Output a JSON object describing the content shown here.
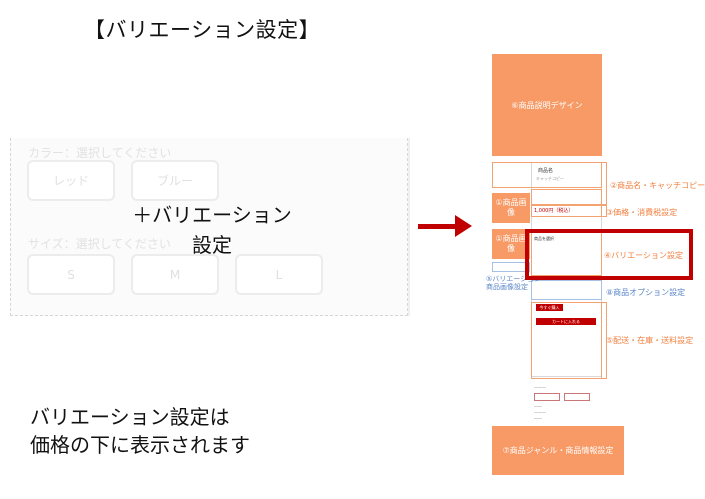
{
  "title": "【バリエーション設定】",
  "mock": {
    "color_label": "カラー：選択してください",
    "color_options": [
      "レッド",
      "ブルー"
    ],
    "size_label": "サイズ：選択してください",
    "size_options": [
      "S",
      "M",
      "L"
    ],
    "overlay_line1": "＋バリエーション",
    "overlay_line2": "設定"
  },
  "note": {
    "line1": "バリエーション設定は",
    "line2": "価格の下に表示されます"
  },
  "schematic": {
    "design_label": "⑥商品説明デザイン",
    "product_name_label": "②商品名・キャッチコピー",
    "price_label": "③価格・消費税設定",
    "image1_label": "①商品画像",
    "image2_label": "①商品画像",
    "variation_label": "④バリエーション設定",
    "variation_image_line1": "⑤バリエーション",
    "variation_image_line2": "商品画像設定",
    "option_label": "⑧商品オプション設定",
    "shipping_label": "⑤配送・在庫・送料設定",
    "genre_label": "⑦商品ジャンル・商品情報設定",
    "phone_name": "商品名",
    "phone_catch": "キャッチコピー",
    "phone_price": "1,000円（税込）",
    "phone_variation": "商品を選択",
    "cart_button": "カートに入れる",
    "buy_button": "今すぐ購入"
  },
  "colors": {
    "accent_red": "#c00000",
    "orange": "#f79a66",
    "blue": "#5b86c8"
  }
}
